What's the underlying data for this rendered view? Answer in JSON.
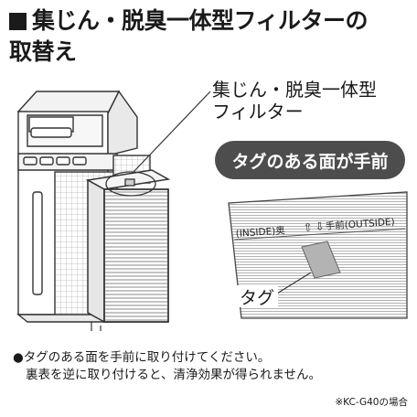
{
  "title": {
    "line1": "集じん・脱臭一体型フィルターの",
    "line2": "取替え"
  },
  "callout": {
    "line1": "集じん・脱臭一体型",
    "line2": "フィルター"
  },
  "pill_label": "タグのある面が手前",
  "detail": {
    "inside_label": "(INSIDE)奥",
    "outside_label": "手前(OUTSIDE)",
    "tag_label": "タグ"
  },
  "notes": {
    "line1": "●タグのある面を手前に取り付けてください。",
    "line2": "裏表を逆に取り付けると、清浄効果が得られません。"
  },
  "model_note": "※KC-G40の場合"
}
